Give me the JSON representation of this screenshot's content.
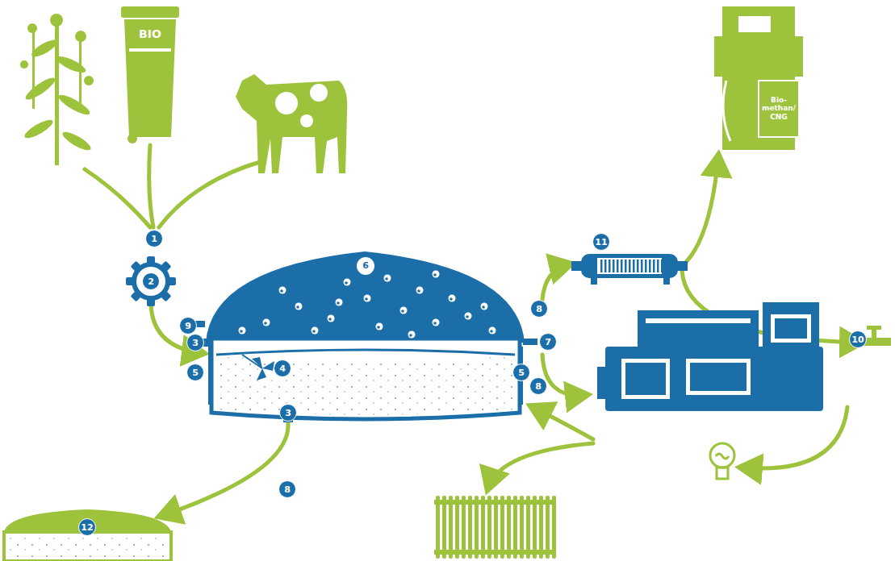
{
  "diagram": {
    "labels": [
      "1",
      "2",
      "9",
      "3",
      "5",
      "4",
      "6",
      "7",
      "8",
      "8",
      "5",
      "11",
      "10",
      "3",
      "8",
      "12",
      "BIO",
      "Bio-methan/CNG"
    ]
  }
}
